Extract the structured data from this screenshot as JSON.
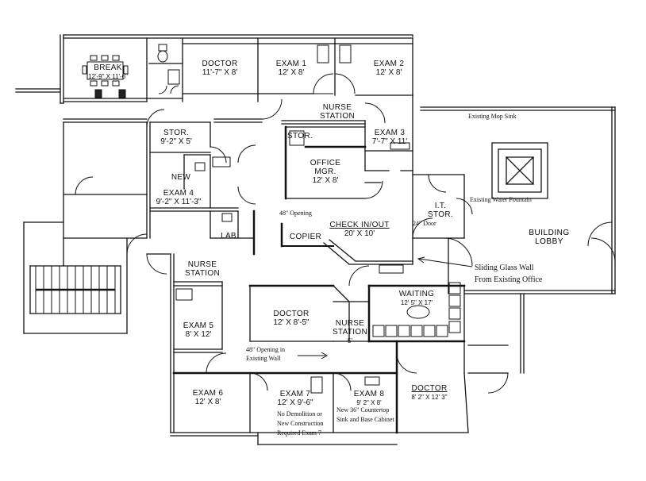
{
  "rooms": {
    "break": {
      "title": "BREAK",
      "dims": "12'-9\" X 11'-6\""
    },
    "doctor_top": {
      "title": "DOCTOR",
      "dims": "11'-7\" X 8'"
    },
    "exam1": {
      "title": "EXAM 1",
      "dims": "12' X 8'"
    },
    "exam2": {
      "title": "EXAM 2",
      "dims": "12' X 8'"
    },
    "nurse_station_top": {
      "title": "NURSE",
      "title2": "STATION"
    },
    "exam3": {
      "title": "EXAM 3",
      "dims": "7'-7\" X 11'"
    },
    "stor_left": {
      "title": "STOR.",
      "dims": "9'-2\" X 5'"
    },
    "stor_mid": {
      "title": "STOR."
    },
    "office_mgr": {
      "title": "OFFICE",
      "title2": "MGR.",
      "dims": "12' X 8'"
    },
    "new": {
      "title": "NEW"
    },
    "exam4": {
      "title": "EXAM 4",
      "dims": "9'-2\" X 11'-3\""
    },
    "lab": {
      "title": "LAB"
    },
    "check_in": {
      "title": "CHECK IN/OUT",
      "dims": "20' X 10'"
    },
    "copier": {
      "title": "COPIER"
    },
    "it_stor": {
      "title": "I.T.",
      "title2": "STOR."
    },
    "building_lobby": {
      "title": "BUILDING",
      "title2": "LOBBY"
    },
    "nurse_station_left": {
      "title": "NURSE",
      "title2": "STATION"
    },
    "doctor_mid": {
      "title": "DOCTOR",
      "dims": "12' X 8'-5\""
    },
    "nurse_station_mid": {
      "title": "NURSE",
      "title2": "STATION",
      "dims": "5'"
    },
    "waiting": {
      "title": "WAITING",
      "dims": "12' 5\" X 17'"
    },
    "exam5": {
      "title": "EXAM 5",
      "dims": "8' X 12'"
    },
    "exam6": {
      "title": "EXAM 6",
      "dims": "12' X 8'"
    },
    "exam7": {
      "title": "EXAM 7",
      "dims": "12' X 9'-6\""
    },
    "exam8": {
      "title": "EXAM 8",
      "dims": "9' 2\" X 8'"
    },
    "doctor_bottom": {
      "title": "DOCTOR",
      "dims": "8' 2\" X 12' 3\""
    }
  },
  "notes": {
    "mop_sink": "Existing Mop Sink",
    "water_fountain": "Existing Water Fountain",
    "opening_48": "48\" Opening",
    "door_24": "24\" Door",
    "sliding_glass_1": "Sliding Glass Wall",
    "sliding_glass_2": "From Existing Office",
    "opening_existing_1": "48\" Opening in",
    "opening_existing_2": "Existing Wall",
    "no_demo_1": "No Demolition or",
    "no_demo_2": "New Construction",
    "no_demo_3": "Required Exam 7",
    "countertop_1": "New 36\" Countertop",
    "countertop_2": "Sink and Base Cabinet"
  }
}
